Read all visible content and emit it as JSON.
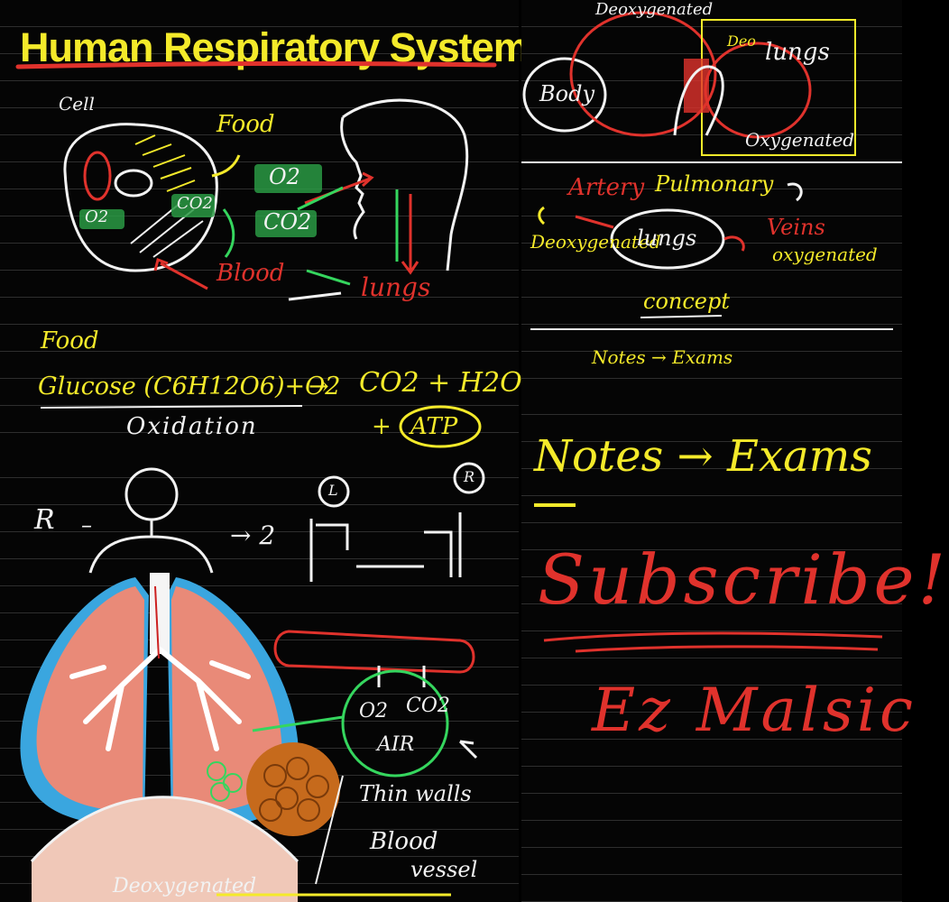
{
  "colors": {
    "yellow": "#f4ea2a",
    "white": "#f2f2f2",
    "red": "#e0322c",
    "green": "#35d65e",
    "lung": "#e98a78",
    "pleura": "#3aa6df"
  },
  "title": "Human Respiratory System",
  "cell_diagram": {
    "cell": "Cell",
    "food": "Food",
    "o2_left": "O2",
    "o2_right": "O2",
    "co2_cell": "CO2",
    "co2_right": "CO2",
    "blood": "Blood",
    "lungs": "lungs"
  },
  "equation": {
    "food": "Food",
    "lhs": "Glucose (C6H12O6)+O2",
    "arrow": "→",
    "rhs": "CO2 + H2O",
    "plus": "+",
    "atp": "ATP",
    "oxidation": "Oxidation"
  },
  "circulation": {
    "deoxygenated_top": "Deoxygenated",
    "body": "Body",
    "deo": "Deo",
    "lungs": "lungs",
    "oxygenated": "Oxygenated",
    "artery": "Artery",
    "pulmonary": "Pulmonary",
    "deoxygenated": "Deoxygenated",
    "lungs_mid": "lungs",
    "veins": "Veins",
    "oxygenated_mid": "oxygenated",
    "concept": "concept",
    "notes_small": "Notes → Exams"
  },
  "lungs_diagram": {
    "r": "R",
    "dash": "–",
    "arrow_2": "→ 2",
    "l_circle": "L",
    "r_circle": "R",
    "o2": "O2",
    "co2": "CO2",
    "air": "AIR",
    "thin_walls": "Thin walls",
    "blood": "Blood",
    "vessel": "vessel",
    "deoxygenated": "Deoxygenated"
  },
  "promo": {
    "notes_exams": "Notes → Exams",
    "subscribe": "Subscribe!",
    "channel": "Ez Malsic"
  }
}
